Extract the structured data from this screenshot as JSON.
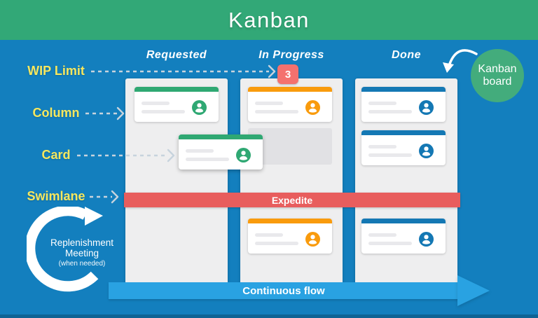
{
  "header": {
    "title": "Kanban"
  },
  "annotations": {
    "wip_limit": "WIP Limit",
    "column": "Column",
    "card": "Card",
    "swimlane": "Swimlane",
    "board_badge": {
      "line1": "Kanban",
      "line2": "board"
    },
    "replenishment": {
      "line1": "Replenishment",
      "line2": "Meeting",
      "note": "(when needed)"
    }
  },
  "board": {
    "columns": [
      {
        "name": "Requested",
        "accent": "#2FA873",
        "cards_above_swimlane": 2,
        "cards_below_swimlane": 0
      },
      {
        "name": "In Progress",
        "accent": "#F99B0D",
        "wip_limit": "3",
        "cards_above_swimlane": 1,
        "empty_placeholders": 1,
        "cards_below_swimlane": 1
      },
      {
        "name": "Done",
        "accent": "#1478B4",
        "cards_above_swimlane": 2,
        "cards_below_swimlane": 1
      }
    ],
    "wip_badge": "3",
    "swimlane": {
      "label": "Expedite",
      "color": "#E85D5D"
    },
    "flow": {
      "label": "Continuous flow",
      "color": "#29A2E2"
    }
  },
  "colors": {
    "header_green": "#32A877",
    "background_blue": "#137FBE",
    "badge_green": "#43AC7C",
    "label_yellow": "#F6E75E",
    "wip_badge_red": "#F4716E",
    "column_gray": "#EEEEEF",
    "dashed_arrow_gray": "#C7D3DD"
  }
}
